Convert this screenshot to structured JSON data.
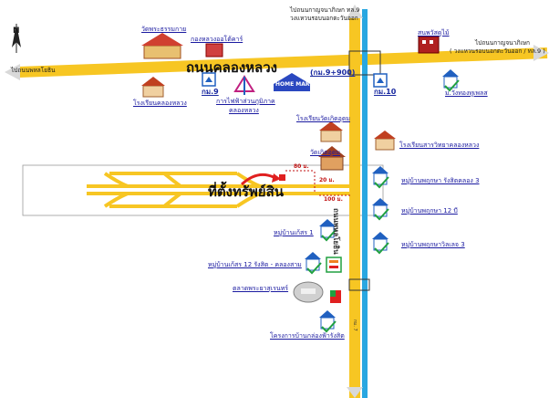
{
  "compass": {
    "north_label": "N"
  },
  "roads": {
    "main_road_name": "ถนนคลองหลวง",
    "cross_road_name": "ถนนพหลโยธิน",
    "km_marker_main": "(กม.9+900)",
    "km9_badge": "กม.9",
    "km10_badge": "กม.10"
  },
  "directions": {
    "to_pathum": "ไปถนนพหลโยธิน",
    "top_center_line1": "ไปถนนกาญจนาภิเษก  ทล.9",
    "top_center_line2": "วงแหวนรอบนอกตะวันออก",
    "right_line1": "ไปถนนกาญจนาภิเษก",
    "right_line2": "( วงแหวนรอบนอกตะวันออก / ทล.9 )"
  },
  "places": {
    "wat_phra_thammakai": "วัดพระธรรมกาย",
    "khlong_luang_police": "กองหลวงออโต้คาร์",
    "school_khlong_luang": "โรงเรียนคลองหลวง",
    "provincial_electricity": "การไฟฟ้าส่วนภูมิภาค",
    "provincial_electricity2": "คลองหลวง",
    "home_mart": "HOME MART",
    "wat_kokklong": "โรงเรียนวัดเกิดอุดม",
    "wat_kokklong_temple": "วัดเกิดอุดม",
    "school_sarawittaya": "โรงเรียนสารวิทยาคลองหลวง",
    "top_right_place": "สนพวัสดุไม้",
    "rin_house": "ม.วังทองทูเพลส",
    "village_1": "หมู่บ้านพฤกษา  รังสิตคลอง 3",
    "village_2": "หมู่บ้านพฤกษา 12 บี",
    "village_3": "หมู่บ้านพฤกษาวิลเลจ 3",
    "village_4": "หมู่บ้านเก้สร 1",
    "village_5": "หมู่บ้านเก้สร 12 รังสิต - คลองสาม",
    "market": "ตลาดพระยาสุเรนทร์",
    "project": "โครงการบ้านกล่องฟ้ารังสิต",
    "property": "ที่ตั้งทรัพย์สิน"
  },
  "measurements": {
    "m80": "80 ม.",
    "m20": "20 ม.",
    "m100": "100 ม."
  },
  "colors": {
    "road_yellow": "#f7c623",
    "road_outline": "#c79a10",
    "canal_blue": "#29a7e1",
    "arrow_red": "#e02020",
    "ext_arrow": "#d9d9d9"
  }
}
